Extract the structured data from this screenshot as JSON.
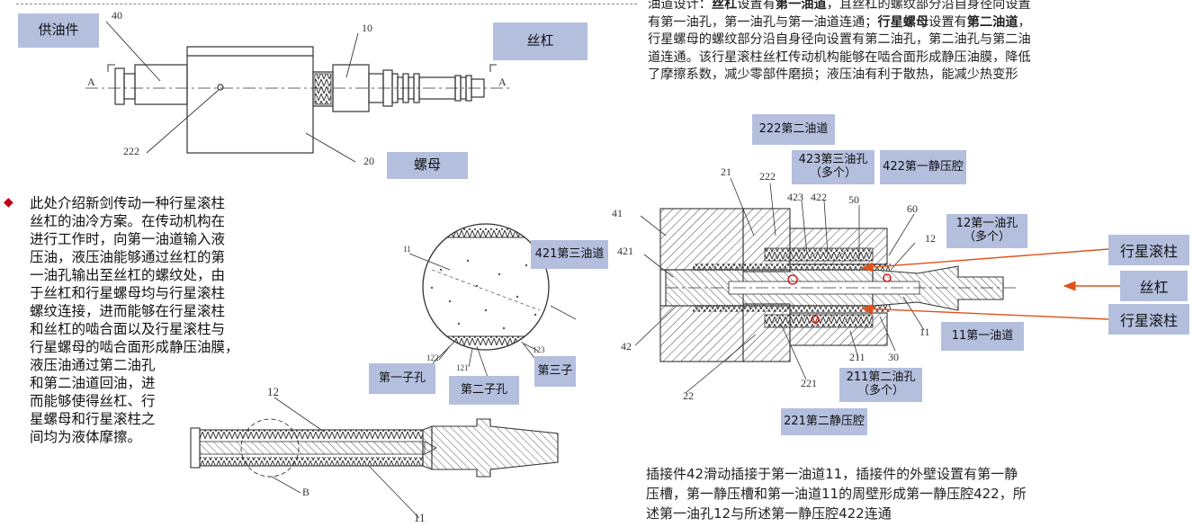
{
  "top_left": {
    "label_supply": "供油件",
    "label_screw": "丝杠",
    "label_nut": "螺母",
    "n40": "40",
    "n10": "10",
    "n222": "222",
    "n20": "20",
    "a1": "A",
    "a2": "A"
  },
  "bullet": {
    "lines1": [
      "此处介绍新剑传动一种行星滚柱",
      "丝杠的油冷方案。在传动机构在",
      "进行工作时，向第一油道输入液",
      "压油，液压油能够通过丝杠的第",
      "一油孔输出至丝杠的螺纹处，由",
      "于丝杠和行星螺母均与行星滚柱",
      "螺纹连接，进而能够在行星滚柱",
      "和丝杠的啮合面以及行星滚柱与",
      "行星螺母的啮合面形成静压油膜，"
    ],
    "lines2": [
      "液压油通过第二油孔",
      "和第二油道回油，进",
      "而能够使得丝杠、行",
      "星螺母和行星滚柱之",
      "间均为液体摩擦。"
    ]
  },
  "circle_detail": {
    "label_421": "421第三油道",
    "label_sub1": "第一子孔",
    "label_sub2": "第二子孔",
    "label_sub3": "第三子",
    "n11": "11",
    "n122": "122",
    "n121": "121",
    "n123": "123"
  },
  "bottom_screw": {
    "n12": "12",
    "nB": "B",
    "n11": "11"
  },
  "top_paragraph": {
    "lines": [
      [
        {
          "t": "油道设计："
        },
        {
          "t": "丝杠",
          "b": true
        },
        {
          "t": "设置有"
        },
        {
          "t": "第一油道",
          "b": true
        },
        {
          "t": "，且丝杠的螺纹部分沿自身径向设置"
        }
      ],
      [
        {
          "t": "有第一油孔，第一油孔与第一油道连通；"
        },
        {
          "t": "行星螺母",
          "b": true
        },
        {
          "t": "设置有"
        },
        {
          "t": "第二油道",
          "b": true
        },
        {
          "t": "，"
        }
      ],
      [
        {
          "t": "行星螺母的螺纹部分沿自身径向设置有第二油孔，第二油孔与第二油"
        }
      ],
      [
        {
          "t": "道连通。该行星滚柱丝杠传动机构能够在啮合面形成静压油膜，降低"
        }
      ],
      [
        {
          "t": "了摩擦系数，减少零部件磨损；液压油有利于散热，能减少热变形"
        }
      ]
    ]
  },
  "right_diagram": {
    "label_222": "222第二油道",
    "label_423": [
      "423第三油孔",
      "（多个）"
    ],
    "label_422": "422第一静压腔",
    "label_12": [
      "12第一油孔",
      "（多个）"
    ],
    "label_11": "11第一油道",
    "label_211": [
      "211第二油孔",
      "（多个）"
    ],
    "label_221": "221第二静压腔",
    "arrow_roller1": "行星滚柱",
    "arrow_screw": "丝杠",
    "arrow_roller2": "行星滚柱",
    "n21": "21",
    "n222": "222",
    "n423": "423",
    "n422": "422",
    "n50": "50",
    "n60": "60",
    "n41": "41",
    "n421": "421",
    "n12": "12",
    "n42": "42",
    "n11": "11",
    "n211": "211",
    "n30": "30",
    "n22": "22",
    "n221": "221"
  },
  "bottom_paragraph": {
    "lines": [
      "插接件42滑动插接于第一油道11，插接件的外壁设置有第一静",
      "压槽，第一静压槽和第一油道11的周壁形成第一静压腔422，所",
      "述第一油孔12与所述第一静压腔422连通"
    ]
  },
  "colors": {
    "label_bg": "#b4bfde",
    "bullet": "#c00018",
    "arrow": "#e0521a",
    "oil_mark": "#d00000"
  }
}
